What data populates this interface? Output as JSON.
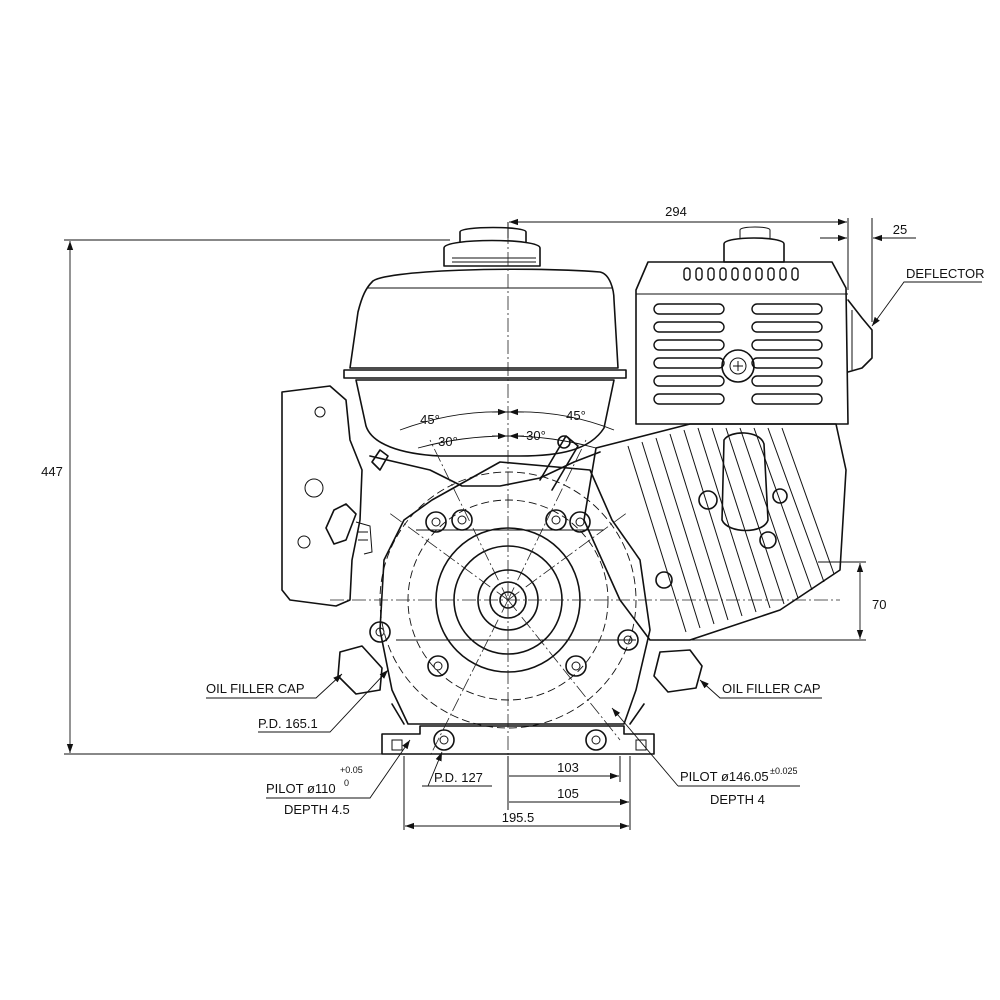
{
  "dimensions": {
    "width_294": "294",
    "deflector_offset": "25",
    "height_447": "447",
    "offset_70": "70",
    "width_103": "103",
    "width_105": "105",
    "base_width": "195.5"
  },
  "callouts": {
    "deflector": "DEFLECTOR",
    "oil_filler_cap_left": "OIL FILLER CAP",
    "oil_filler_cap_right": "OIL FILLER CAP",
    "pd_165": "P.D. 165.1",
    "pd_127": "P.D. 127",
    "pilot_110": "PILOT ø110",
    "pilot_110_tol_upper": "+0.05",
    "pilot_110_tol_lower": "0",
    "depth_45": "DEPTH 4.5",
    "pilot_146": "PILOT ø146.05",
    "pilot_146_tol": "±0.025",
    "depth_4": "DEPTH 4"
  },
  "angles": {
    "left_45": "45°",
    "right_45": "45°",
    "left_30": "30°",
    "right_30": "30°"
  }
}
